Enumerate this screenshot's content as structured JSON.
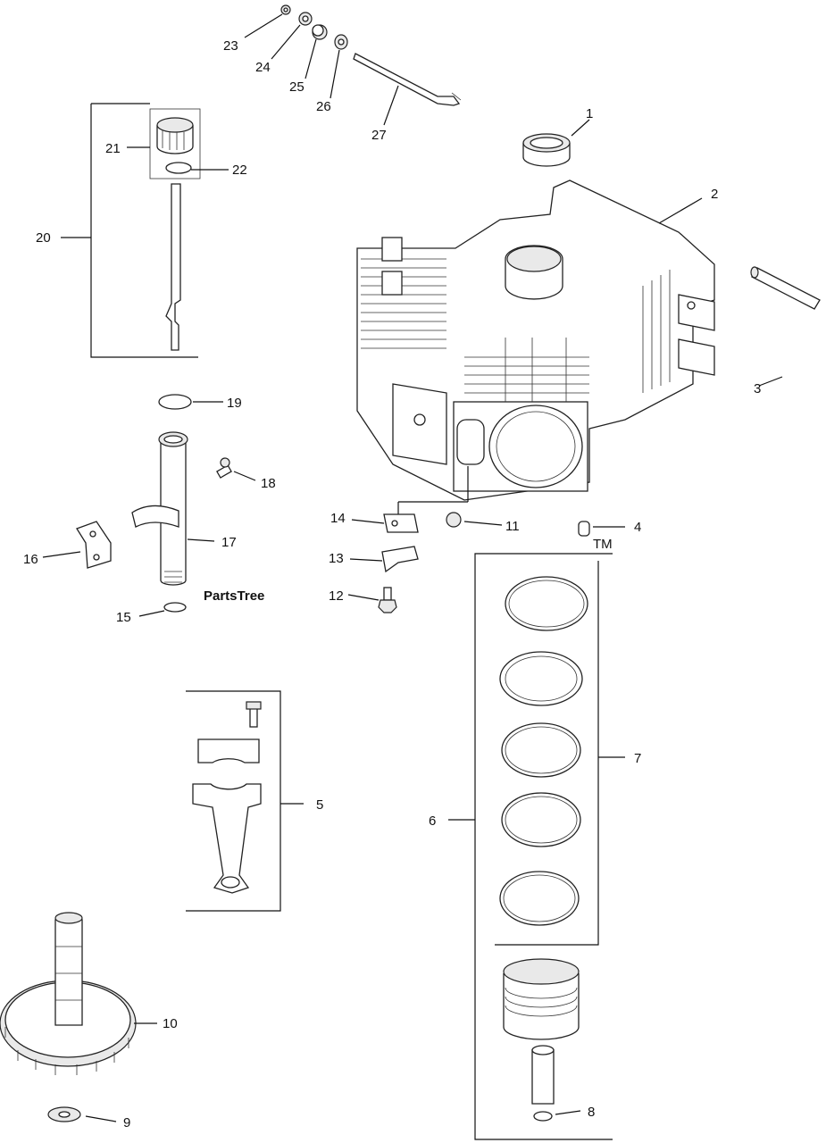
{
  "watermark": {
    "text": "PartsTree",
    "trademark": "TM"
  },
  "parts": [
    {
      "id": "callout-1",
      "label": "1"
    },
    {
      "id": "callout-2",
      "label": "2"
    },
    {
      "id": "callout-3",
      "label": "3"
    },
    {
      "id": "callout-4",
      "label": "4"
    },
    {
      "id": "callout-5",
      "label": "5"
    },
    {
      "id": "callout-6",
      "label": "6"
    },
    {
      "id": "callout-7",
      "label": "7"
    },
    {
      "id": "callout-8",
      "label": "8"
    },
    {
      "id": "callout-9",
      "label": "9"
    },
    {
      "id": "callout-10",
      "label": "10"
    },
    {
      "id": "callout-11",
      "label": "11"
    },
    {
      "id": "callout-12",
      "label": "12"
    },
    {
      "id": "callout-13",
      "label": "13"
    },
    {
      "id": "callout-14",
      "label": "14"
    },
    {
      "id": "callout-15",
      "label": "15"
    },
    {
      "id": "callout-16",
      "label": "16"
    },
    {
      "id": "callout-17",
      "label": "17"
    },
    {
      "id": "callout-18",
      "label": "18"
    },
    {
      "id": "callout-19",
      "label": "19"
    },
    {
      "id": "callout-20",
      "label": "20"
    },
    {
      "id": "callout-21",
      "label": "21"
    },
    {
      "id": "callout-22",
      "label": "22"
    },
    {
      "id": "callout-23",
      "label": "23"
    },
    {
      "id": "callout-24",
      "label": "24"
    },
    {
      "id": "callout-25",
      "label": "25"
    },
    {
      "id": "callout-26",
      "label": "26"
    },
    {
      "id": "callout-27",
      "label": "27"
    }
  ]
}
